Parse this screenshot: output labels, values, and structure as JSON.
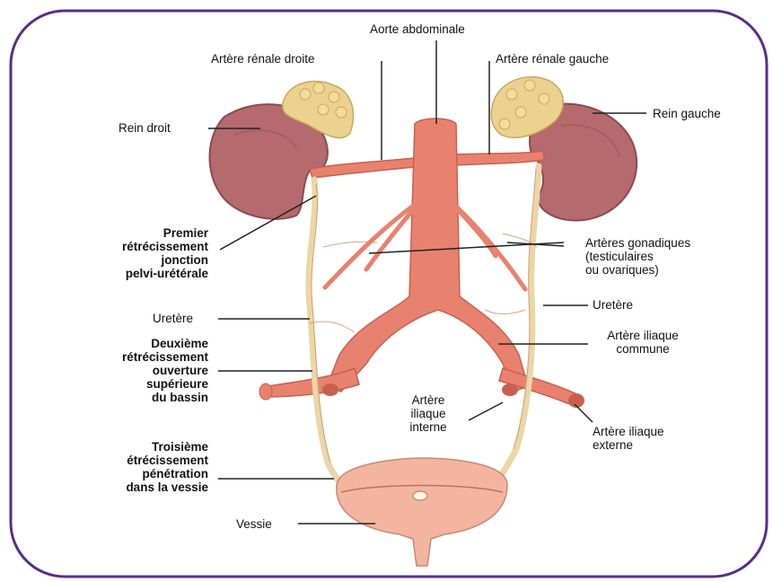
{
  "colors": {
    "frame_border": "#5b2c8a",
    "artery": "#e8826f",
    "artery_dark": "#c9604f",
    "kidney": "#b56a6e",
    "kidney_dark": "#8e4a4e",
    "adrenal": "#ecd28f",
    "ureter": "#ead7a6",
    "bladder": "#f3b5a0"
  },
  "labels": {
    "aorte": "Aorte abdominale",
    "renale_droite": "Artère rénale droite",
    "renale_gauche": "Artère rénale gauche",
    "rein_droit": "Rein droit",
    "rein_gauche": "Rein gauche",
    "premier": [
      "Premier",
      "rétrécissement",
      "jonction",
      "pelvi-urétérale"
    ],
    "gonadiques": [
      "Artères gonadiques",
      "(testiculaires",
      "ou ovariques)"
    ],
    "uretere_left": "Uretère",
    "uretere_right": "Uretère",
    "deuxieme": [
      "Deuxième",
      "rétrécissement",
      "ouverture",
      "supérieure",
      "du bassin"
    ],
    "iliaque_commune": [
      "Artère iliaque",
      "commune"
    ],
    "iliaque_interne": [
      "Artère",
      "iliaque",
      "interne"
    ],
    "iliaque_externe": [
      "Artère iliaque",
      "externe"
    ],
    "troisieme": [
      "Troisième",
      "étrécissement",
      "pénétration",
      "dans la vessie"
    ],
    "vessie": "Vessie"
  }
}
